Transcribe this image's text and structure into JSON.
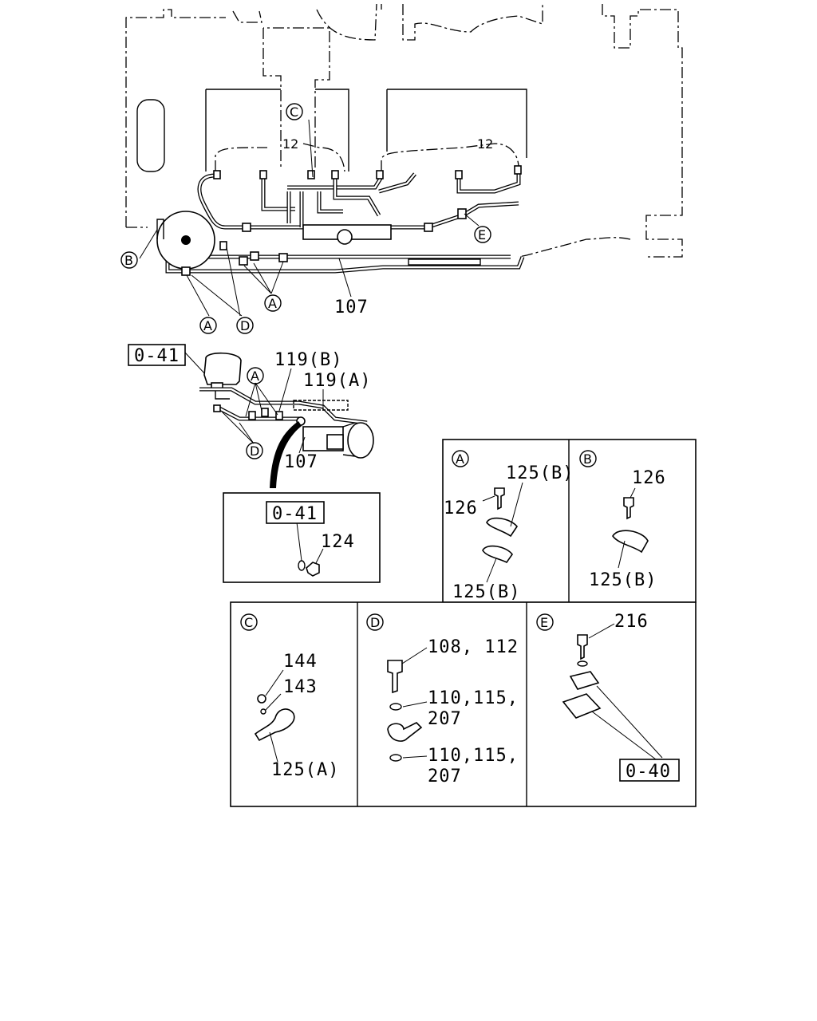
{
  "labels": {
    "l107_top": "107",
    "l107_mid": "107",
    "l119b": "119(B)",
    "l119a": "119(A)",
    "l124": "124",
    "a_125b": "125(B)",
    "a_126": "126",
    "a_125b_low": "125(B)",
    "b_126": "126",
    "b_125b": "125(B)",
    "c_144": "144",
    "c_143": "143",
    "c_125a": "125(A)",
    "d_108": "108, 112",
    "d_110a": "110,115,",
    "d_207a": "207",
    "d_110b": "110,115,",
    "d_207b": "207",
    "e_216": "216"
  },
  "refs": {
    "r041_main": "0-41",
    "r041_detail": "0-41",
    "r040": "0-40"
  },
  "callouts": {
    "A": "A",
    "B": "B",
    "C": "C",
    "D": "D",
    "E": "E"
  }
}
